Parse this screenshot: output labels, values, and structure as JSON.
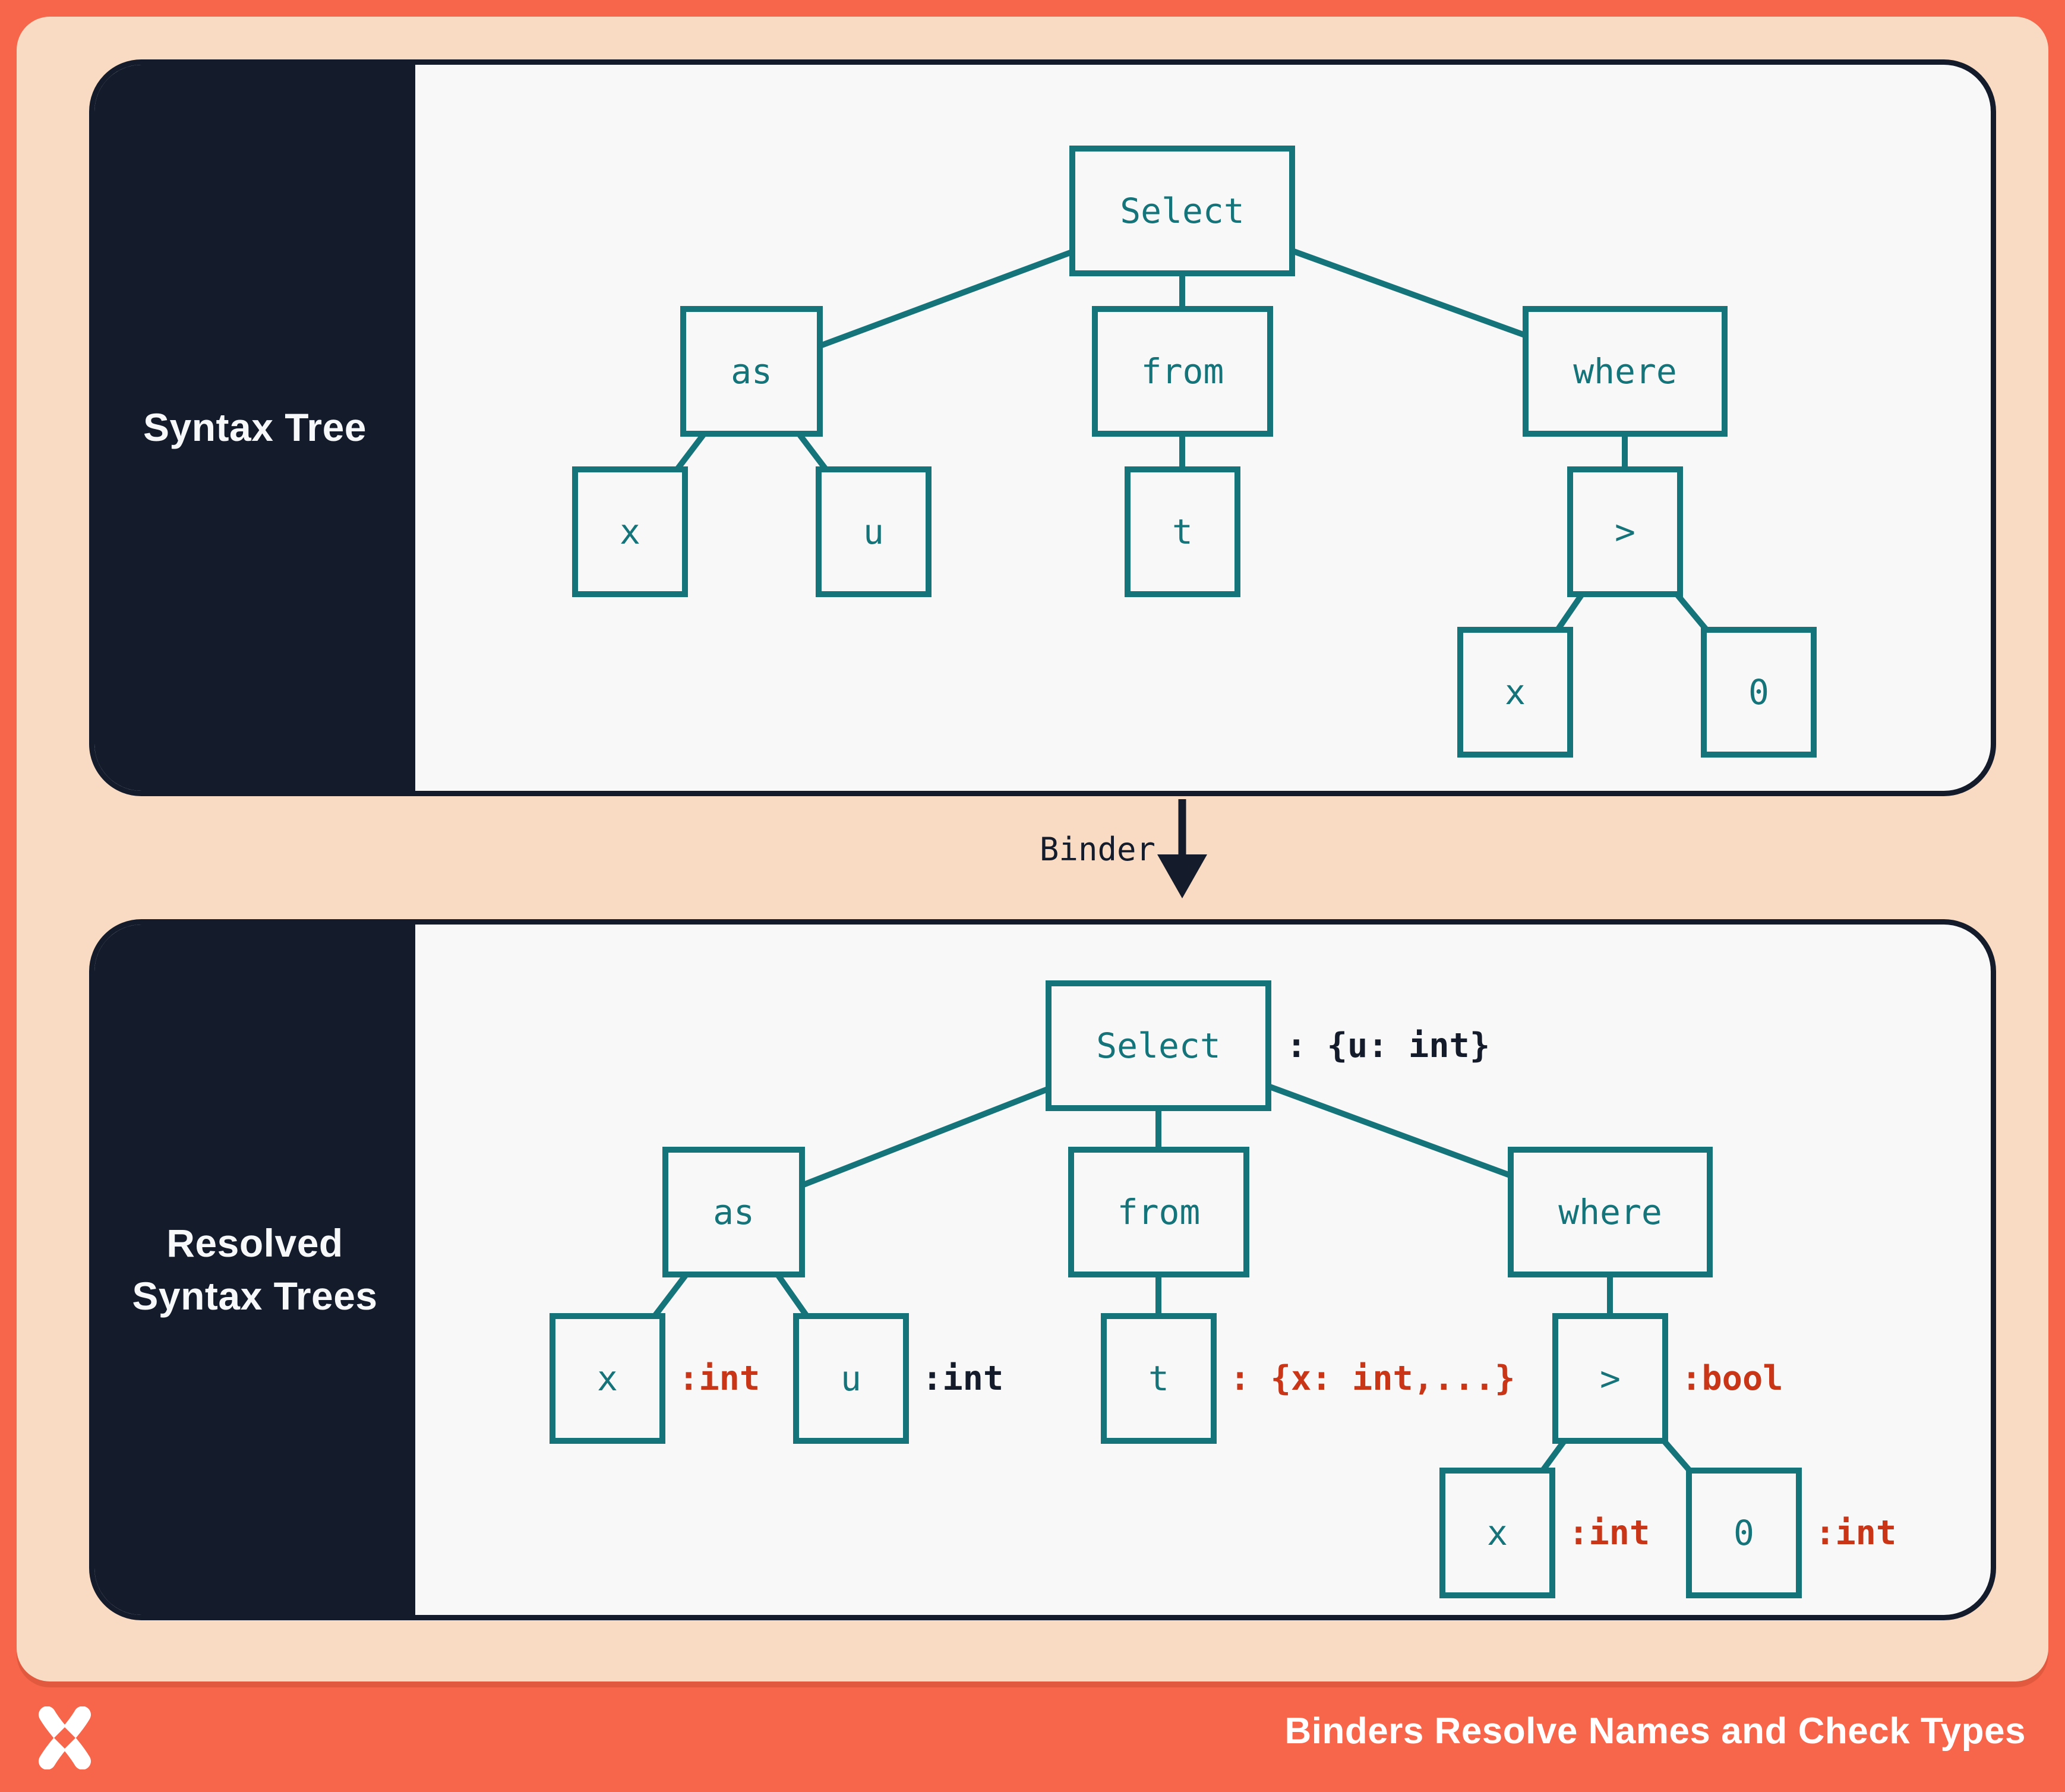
{
  "colors": {
    "frame_coral": "#F7654A",
    "inset_peach": "#F8DBC2",
    "dark_navy": "#141B2B",
    "panel_background": "#F8F8F8",
    "node_teal": "#15737A",
    "type_red": "#C93517",
    "text_white": "#FFFFFF"
  },
  "top_panel": {
    "label": "Syntax Tree",
    "tree": {
      "nodes": [
        {
          "label": "Select"
        },
        {
          "label": "as"
        },
        {
          "label": "from"
        },
        {
          "label": "where"
        },
        {
          "label": "x"
        },
        {
          "label": "u"
        },
        {
          "label": "t"
        },
        {
          "label": ">"
        },
        {
          "label": "x"
        },
        {
          "label": "0"
        }
      ]
    }
  },
  "binder": {
    "label": "Binder"
  },
  "bottom_panel": {
    "label_lines": [
      "Resolved",
      "Syntax Trees"
    ],
    "tree": {
      "nodes": [
        {
          "label": "Select",
          "annotation": ": {u: int}",
          "annotation_color": "navy"
        },
        {
          "label": "as"
        },
        {
          "label": "from"
        },
        {
          "label": "where"
        },
        {
          "label": "x",
          "annotation": ":int",
          "annotation_color": "red"
        },
        {
          "label": "u",
          "annotation": ":int",
          "annotation_color": "navy"
        },
        {
          "label": "t",
          "annotation": ": {x: int,...}",
          "annotation_color": "red"
        },
        {
          "label": ">",
          "annotation": ":bool",
          "annotation_color": "red"
        },
        {
          "label": "x",
          "annotation": ":int",
          "annotation_color": "red"
        },
        {
          "label": "0",
          "annotation": ":int",
          "annotation_color": "red"
        }
      ]
    }
  },
  "footer": {
    "title": "Binders Resolve Names and Check Types",
    "logo_icon": "pinwheel-x-logo"
  }
}
